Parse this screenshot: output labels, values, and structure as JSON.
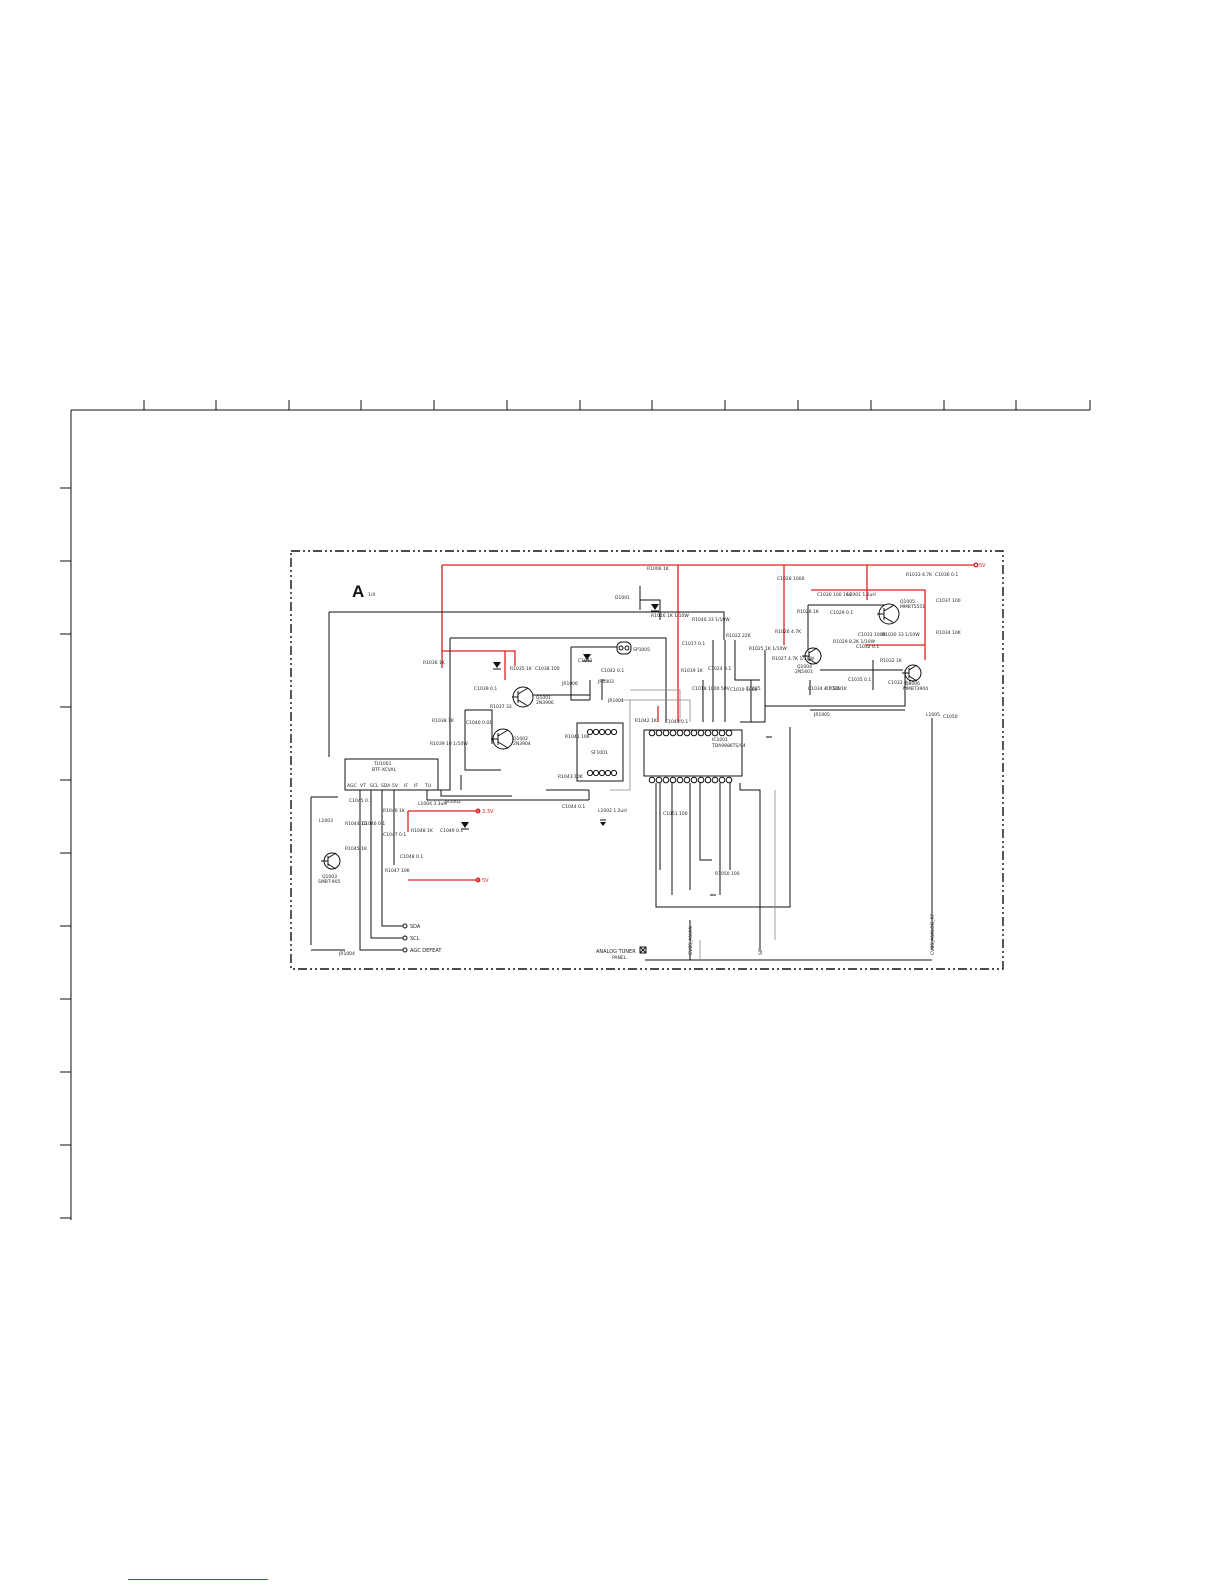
{
  "board": {
    "id": "A",
    "sheet": "1/4"
  },
  "rails": {
    "v5": "5V",
    "v33": "3.3V",
    "v5b": "5V"
  },
  "ics": {
    "tuner": {
      "ref": "TU1001",
      "part": "BTF-XCVAL",
      "pins": [
        "AGC",
        "VT",
        "SCL",
        "SDA",
        "5V",
        "IF",
        "IF",
        "TU"
      ]
    },
    "if_ic": {
      "ref": "IC1001",
      "part": "TDA9886TS/V4"
    },
    "saw": {
      "ref": "SF1001"
    },
    "x1": {
      "ref": "SP1005"
    }
  },
  "transistors": [
    {
      "ref": "Q1001",
      "part": "2N3906"
    },
    {
      "ref": "Q1002",
      "part": "2N3904"
    },
    {
      "ref": "Q1003",
      "part": "SMBT-905"
    },
    {
      "ref": "Q1004",
      "part": "2N5401"
    },
    {
      "ref": "Q1005",
      "part": "MMBT5551"
    },
    {
      "ref": "Q1006",
      "part": "MMBT3904"
    }
  ],
  "parts": [
    "R1006 1K",
    "D1001",
    "R1016 1K 1/10W",
    "C1017 0.1",
    "R1040 33 1/10W",
    "C1024 0.1",
    "R1019 1K",
    "C1018 1000 50V",
    "R1022 22K",
    "C1019 1000",
    "C1025",
    "R1025 1K 1/10W",
    "R1026 4.7K",
    "R1027 4.7K 1/10W",
    "C1028 1000",
    "R1028 1K",
    "C1029 0.1",
    "C1030 100 16V",
    "L1001 1.2uH",
    "C1031 1000",
    "R1029 8.2K 1/10W",
    "C1032 0.1",
    "R1030 33 1/10W",
    "C1033 0.1",
    "C1034 4.7 50V",
    "R1031 1K",
    "C1035 0.1",
    "R1032 1K",
    "R1033 4.7K",
    "C1036 0.1",
    "C1037 100",
    "R1034 10K",
    "R1035 1K",
    "C1038 100",
    "R1036 1K",
    "C1039 0.1",
    "R1037 33",
    "C1040 0.01",
    "R1038 1K",
    "R1039 10 1/10W",
    "C1041",
    "C1042 0.1",
    "R1041 10K",
    "R1042 1K",
    "C1043 0.1",
    "R1043 10K",
    "C1044 0.1",
    "L1002 1.2uH",
    "L1003",
    "R1044 10",
    "C1045 0.1",
    "R1045 1K",
    "C1046 0.1",
    "R1046 1K",
    "C1047 0.1",
    "R1047 10K",
    "C1048 0.1",
    "L1004 3.3uH",
    "R1048 1K",
    "C1049 0.1",
    "JR1001",
    "JR1002",
    "JR1003",
    "JR1004",
    "JR1005",
    "JR1006",
    "L1005",
    "C1050",
    "C1051 100",
    "R1050 100"
  ],
  "signals": {
    "sda": "SDA",
    "scl": "SCL",
    "agc": "AGC DEFEAT",
    "analog": "ANALOG TUNER",
    "analog_sub": "PANEL",
    "vr1": "CVBS_AN/AN",
    "vr2": "SIF",
    "vr3": "CVBS_ANALOG_RF"
  }
}
